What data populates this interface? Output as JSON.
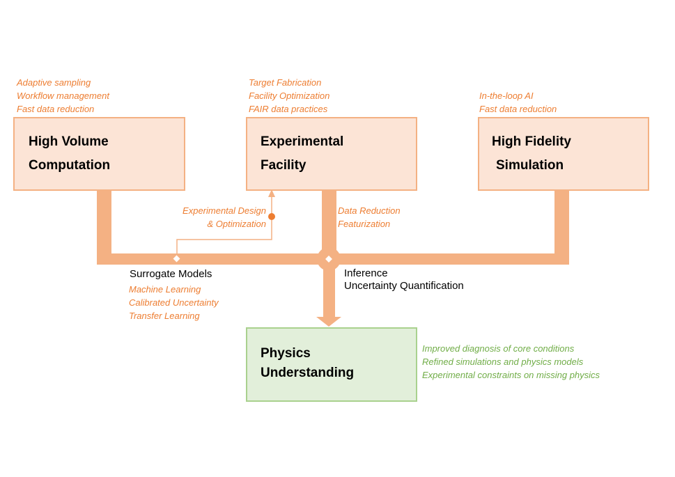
{
  "boxes": {
    "high_volume": {
      "title": [
        "High Volume",
        "Computation"
      ],
      "notes": [
        "Adaptive sampling",
        "Workflow management",
        "Fast data reduction"
      ]
    },
    "experimental": {
      "title": [
        "Experimental",
        "Facility"
      ],
      "notes": [
        "Target Fabrication",
        "Facility Optimization",
        "FAIR data practices"
      ]
    },
    "high_fidelity": {
      "title": [
        "High Fidelity",
        "Simulation"
      ],
      "notes": [
        "In-the-loop AI",
        "Fast data reduction"
      ]
    },
    "physics": {
      "title": [
        "Physics",
        "Understanding"
      ],
      "notes": [
        "Improved diagnosis of core conditions",
        "Refined simulations and physics models",
        "Experimental constraints on missing physics"
      ]
    }
  },
  "connectors": {
    "design": [
      "Experimental Design",
      "& Optimization"
    ],
    "reduction": [
      "Data Reduction",
      "Featurization"
    ],
    "surrogate": {
      "label": "Surrogate Models",
      "notes": [
        "Machine Learning",
        "Calibrated Uncertainty",
        "Transfer Learning"
      ]
    },
    "inference": [
      "Inference",
      "Uncertainty Quantification"
    ]
  },
  "colors": {
    "orange_fill": "#fce4d6",
    "orange_border": "#f4b183",
    "orange_text": "#ed7d31",
    "green_fill": "#e2efda",
    "green_border": "#a9d18e",
    "green_text": "#70ad47"
  }
}
